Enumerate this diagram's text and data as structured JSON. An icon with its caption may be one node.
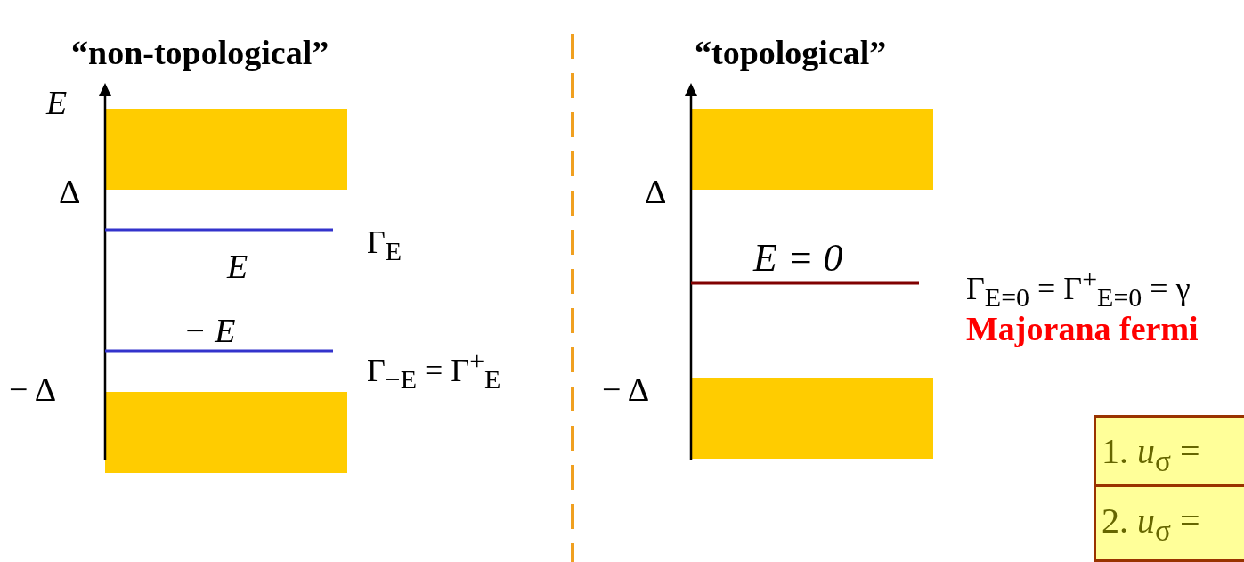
{
  "diagram": {
    "nodes": [
      {
        "text": [
          "1. *u*$_{σ}$ ="
        ]
      },
      {
        "text": [
          "2. *u*$_{σ}$ ="
        ]
      }
    ],
    "labels": [
      "“non-topological”",
      "“topological”",
      "E",
      "Δ",
      "Δ",
      "Γ$_{E}$",
      "E",
      "E = 0",
      "Γ$_{E=0}$ = Γ$^{+}$$_{E=0}$ = γ",
      "− E",
      "Γ$_{−E}$ = Γ$^{+}$$_{E}$",
      "Majorana fermi",
      "− Δ",
      "− Δ"
    ]
  }
}
